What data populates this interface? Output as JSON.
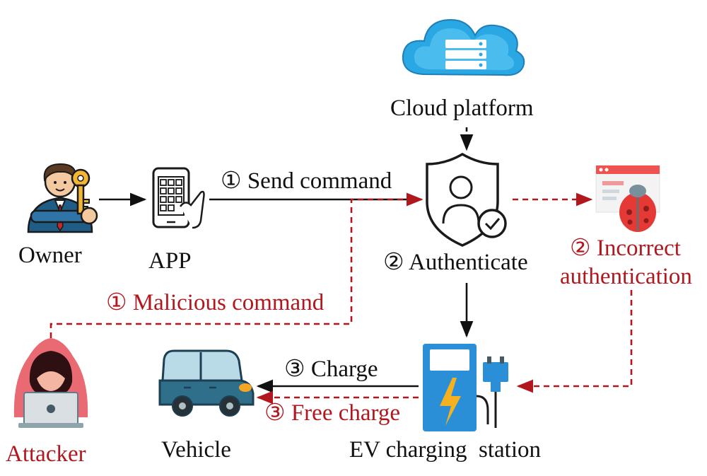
{
  "nodes": {
    "owner": "Owner",
    "app": "APP",
    "cloud": "Cloud platform",
    "authenticate": "② Authenticate",
    "incorrect_line1": "② Incorrect",
    "incorrect_line2": "authentication",
    "attacker": "Attacker",
    "vehicle": "Vehicle",
    "station": "EV charging  station"
  },
  "edges": {
    "send_command": "① Send command",
    "malicious_command": "① Malicious command",
    "charge": "③ Charge",
    "free_charge": "③ Free charge"
  },
  "colors": {
    "normal_flow": "#111111",
    "attack_flow": "#b1171c"
  },
  "icons": [
    "owner-icon",
    "key-icon",
    "phone-app-icon",
    "cloud-server-icon",
    "shield-user-check-icon",
    "bug-webpage-icon",
    "hacker-laptop-icon",
    "car-icon",
    "charging-station-icon",
    "plug-icon"
  ]
}
